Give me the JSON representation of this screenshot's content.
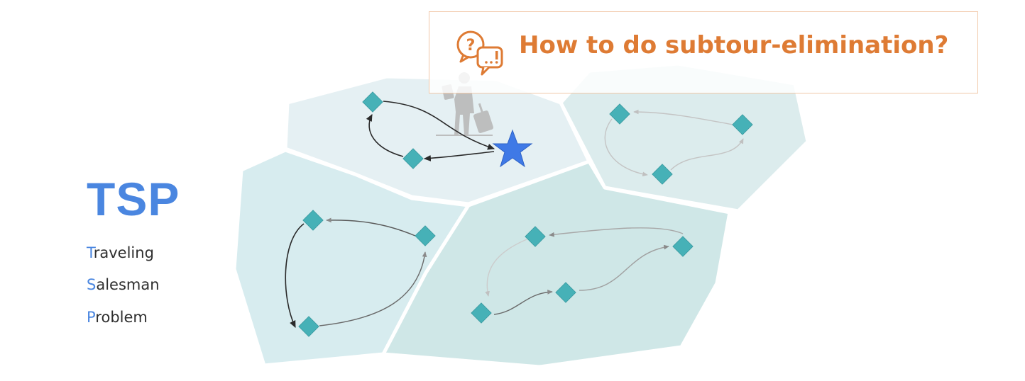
{
  "tsp": {
    "title": "TSP",
    "acronym": [
      {
        "first": "T",
        "rest": "raveling"
      },
      {
        "first": "S",
        "rest": "alesman"
      },
      {
        "first": "P",
        "rest": "roblem"
      }
    ]
  },
  "callout": {
    "question": "How to do subtour-elimination?",
    "icon": "question-exclamation-bubbles-icon"
  },
  "colors": {
    "accent_blue": "#4a86e0",
    "callout_orange": "#de7b34",
    "node_teal": "#46b1b7",
    "star_blue": "#3f79e6"
  },
  "legend_icons": {
    "start": "star-icon",
    "traveler": "traveler-with-suitcase-icon",
    "city": "diamond-node-icon"
  }
}
